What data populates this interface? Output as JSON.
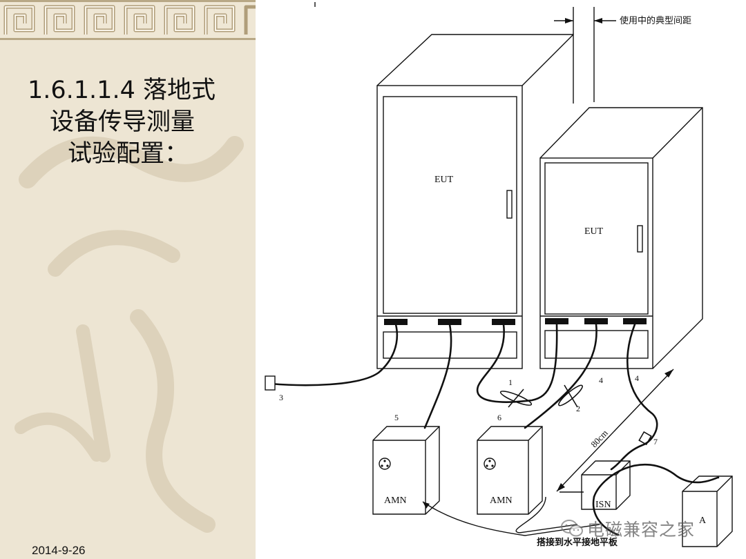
{
  "slide": {
    "title_lines": [
      "1.6.1.1.4 落地式",
      "设备传导测量",
      "试验配置："
    ],
    "date": "2014-9-26"
  },
  "diagram": {
    "spacing_label": "使用中的典型间距",
    "eut_labels": [
      "EUT",
      "EUT"
    ],
    "amn_labels": [
      "AMN",
      "AMN"
    ],
    "isn_label": "ISN",
    "ae_label": "A",
    "distance_label": "80cm",
    "ground_plane_label": "搭接到水平接地平板",
    "callouts": [
      "1",
      "2",
      "3",
      "4",
      "4",
      "5",
      "6",
      "7"
    ]
  },
  "watermark": {
    "text": "电磁兼容之家"
  },
  "colors": {
    "sidebar_bg": "#ede5d3",
    "pattern_light": "#f3ecdc",
    "pattern_dark": "#b8a886",
    "line": "#111111"
  }
}
